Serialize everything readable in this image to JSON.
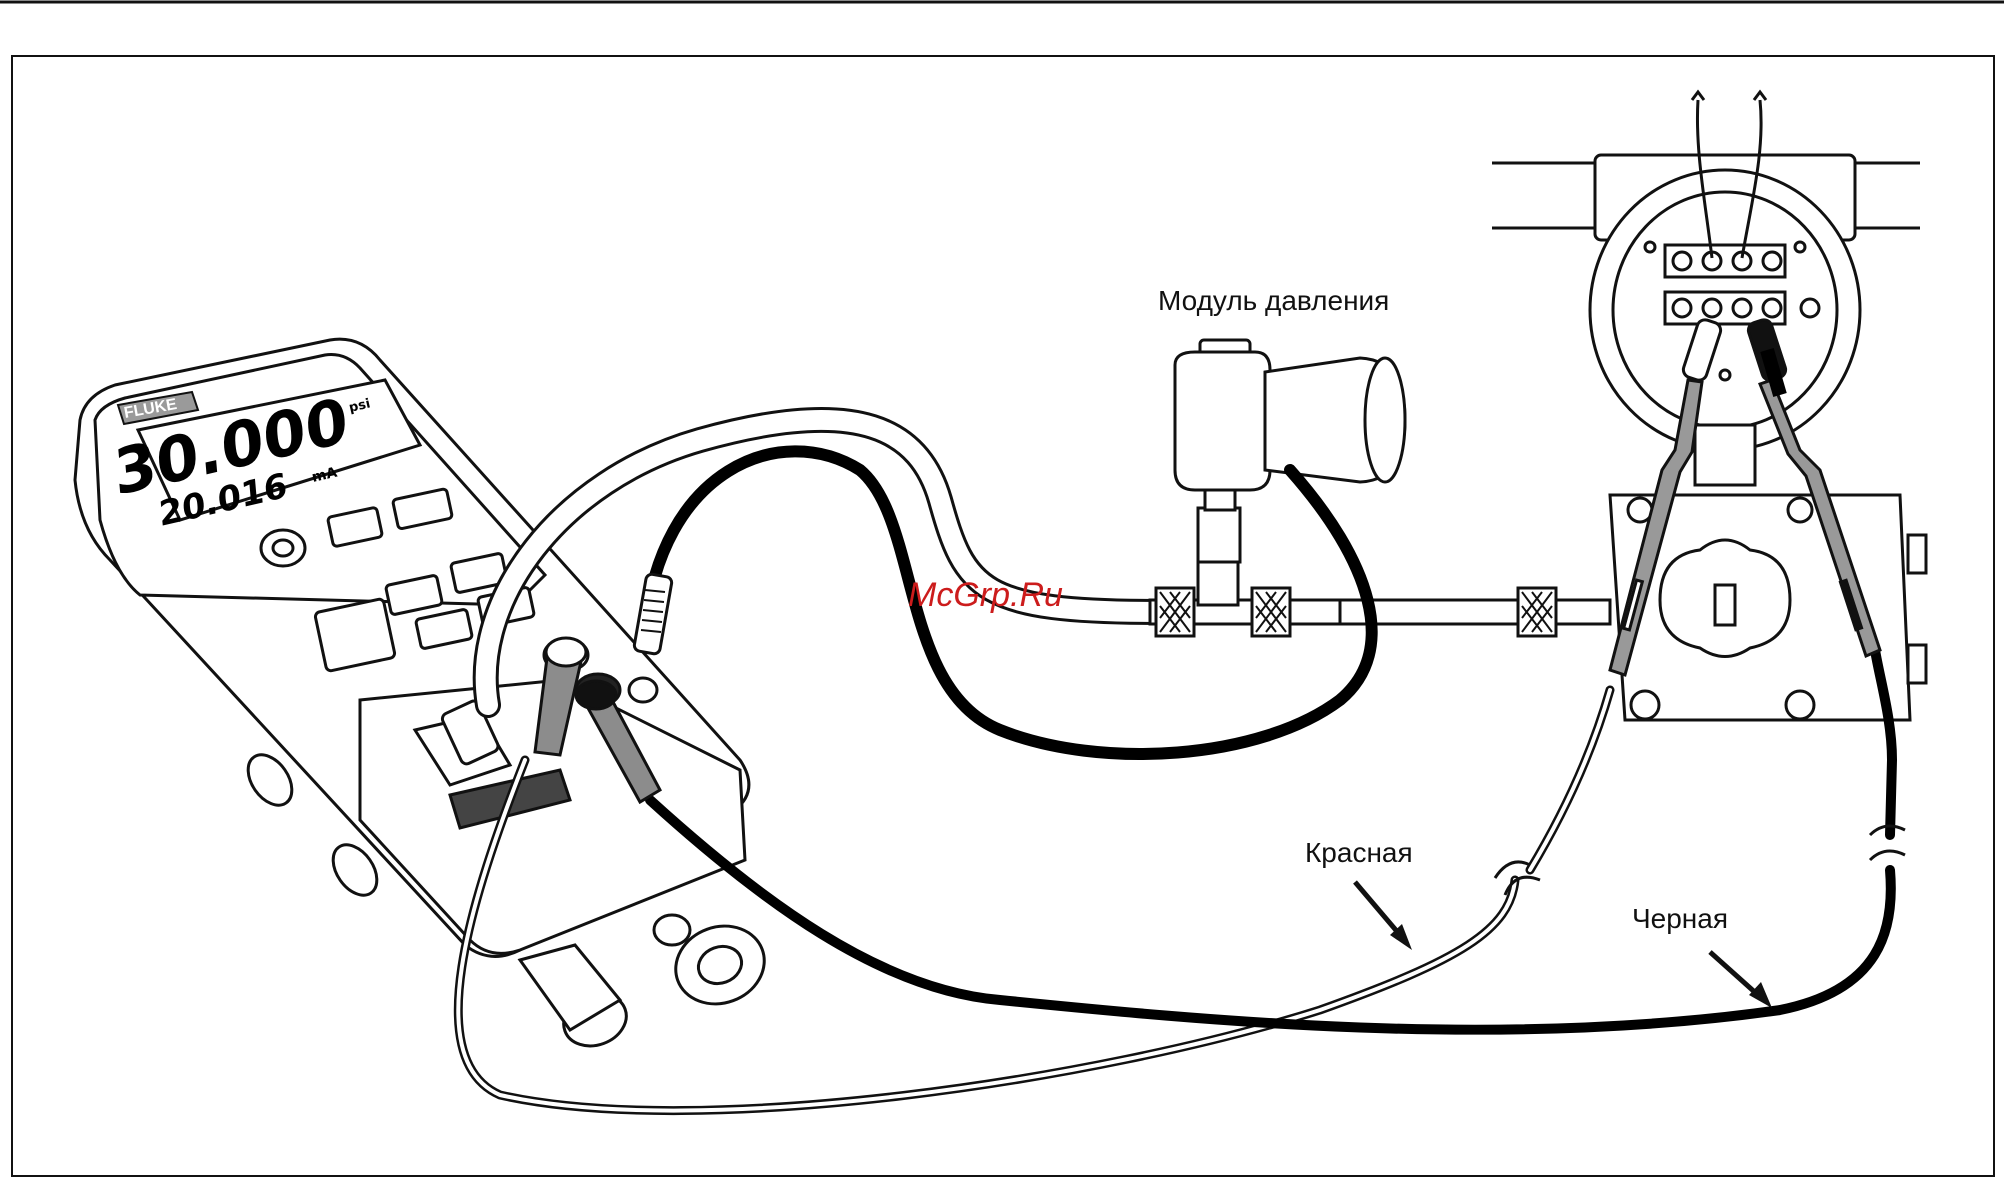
{
  "labels": {
    "pressure_module": "Модуль давления",
    "red_lead": "Красная",
    "black_lead": "Черная"
  },
  "calibrator": {
    "brand": "FLUKE",
    "display_primary": "30.000",
    "display_primary_unit": "psi",
    "display_secondary": "20.016",
    "display_secondary_unit": "mA"
  },
  "watermark": "McGrp.Ru",
  "colors": {
    "line": "#111111",
    "watermark": "#cc1c1c",
    "black_lead": "#000000"
  }
}
